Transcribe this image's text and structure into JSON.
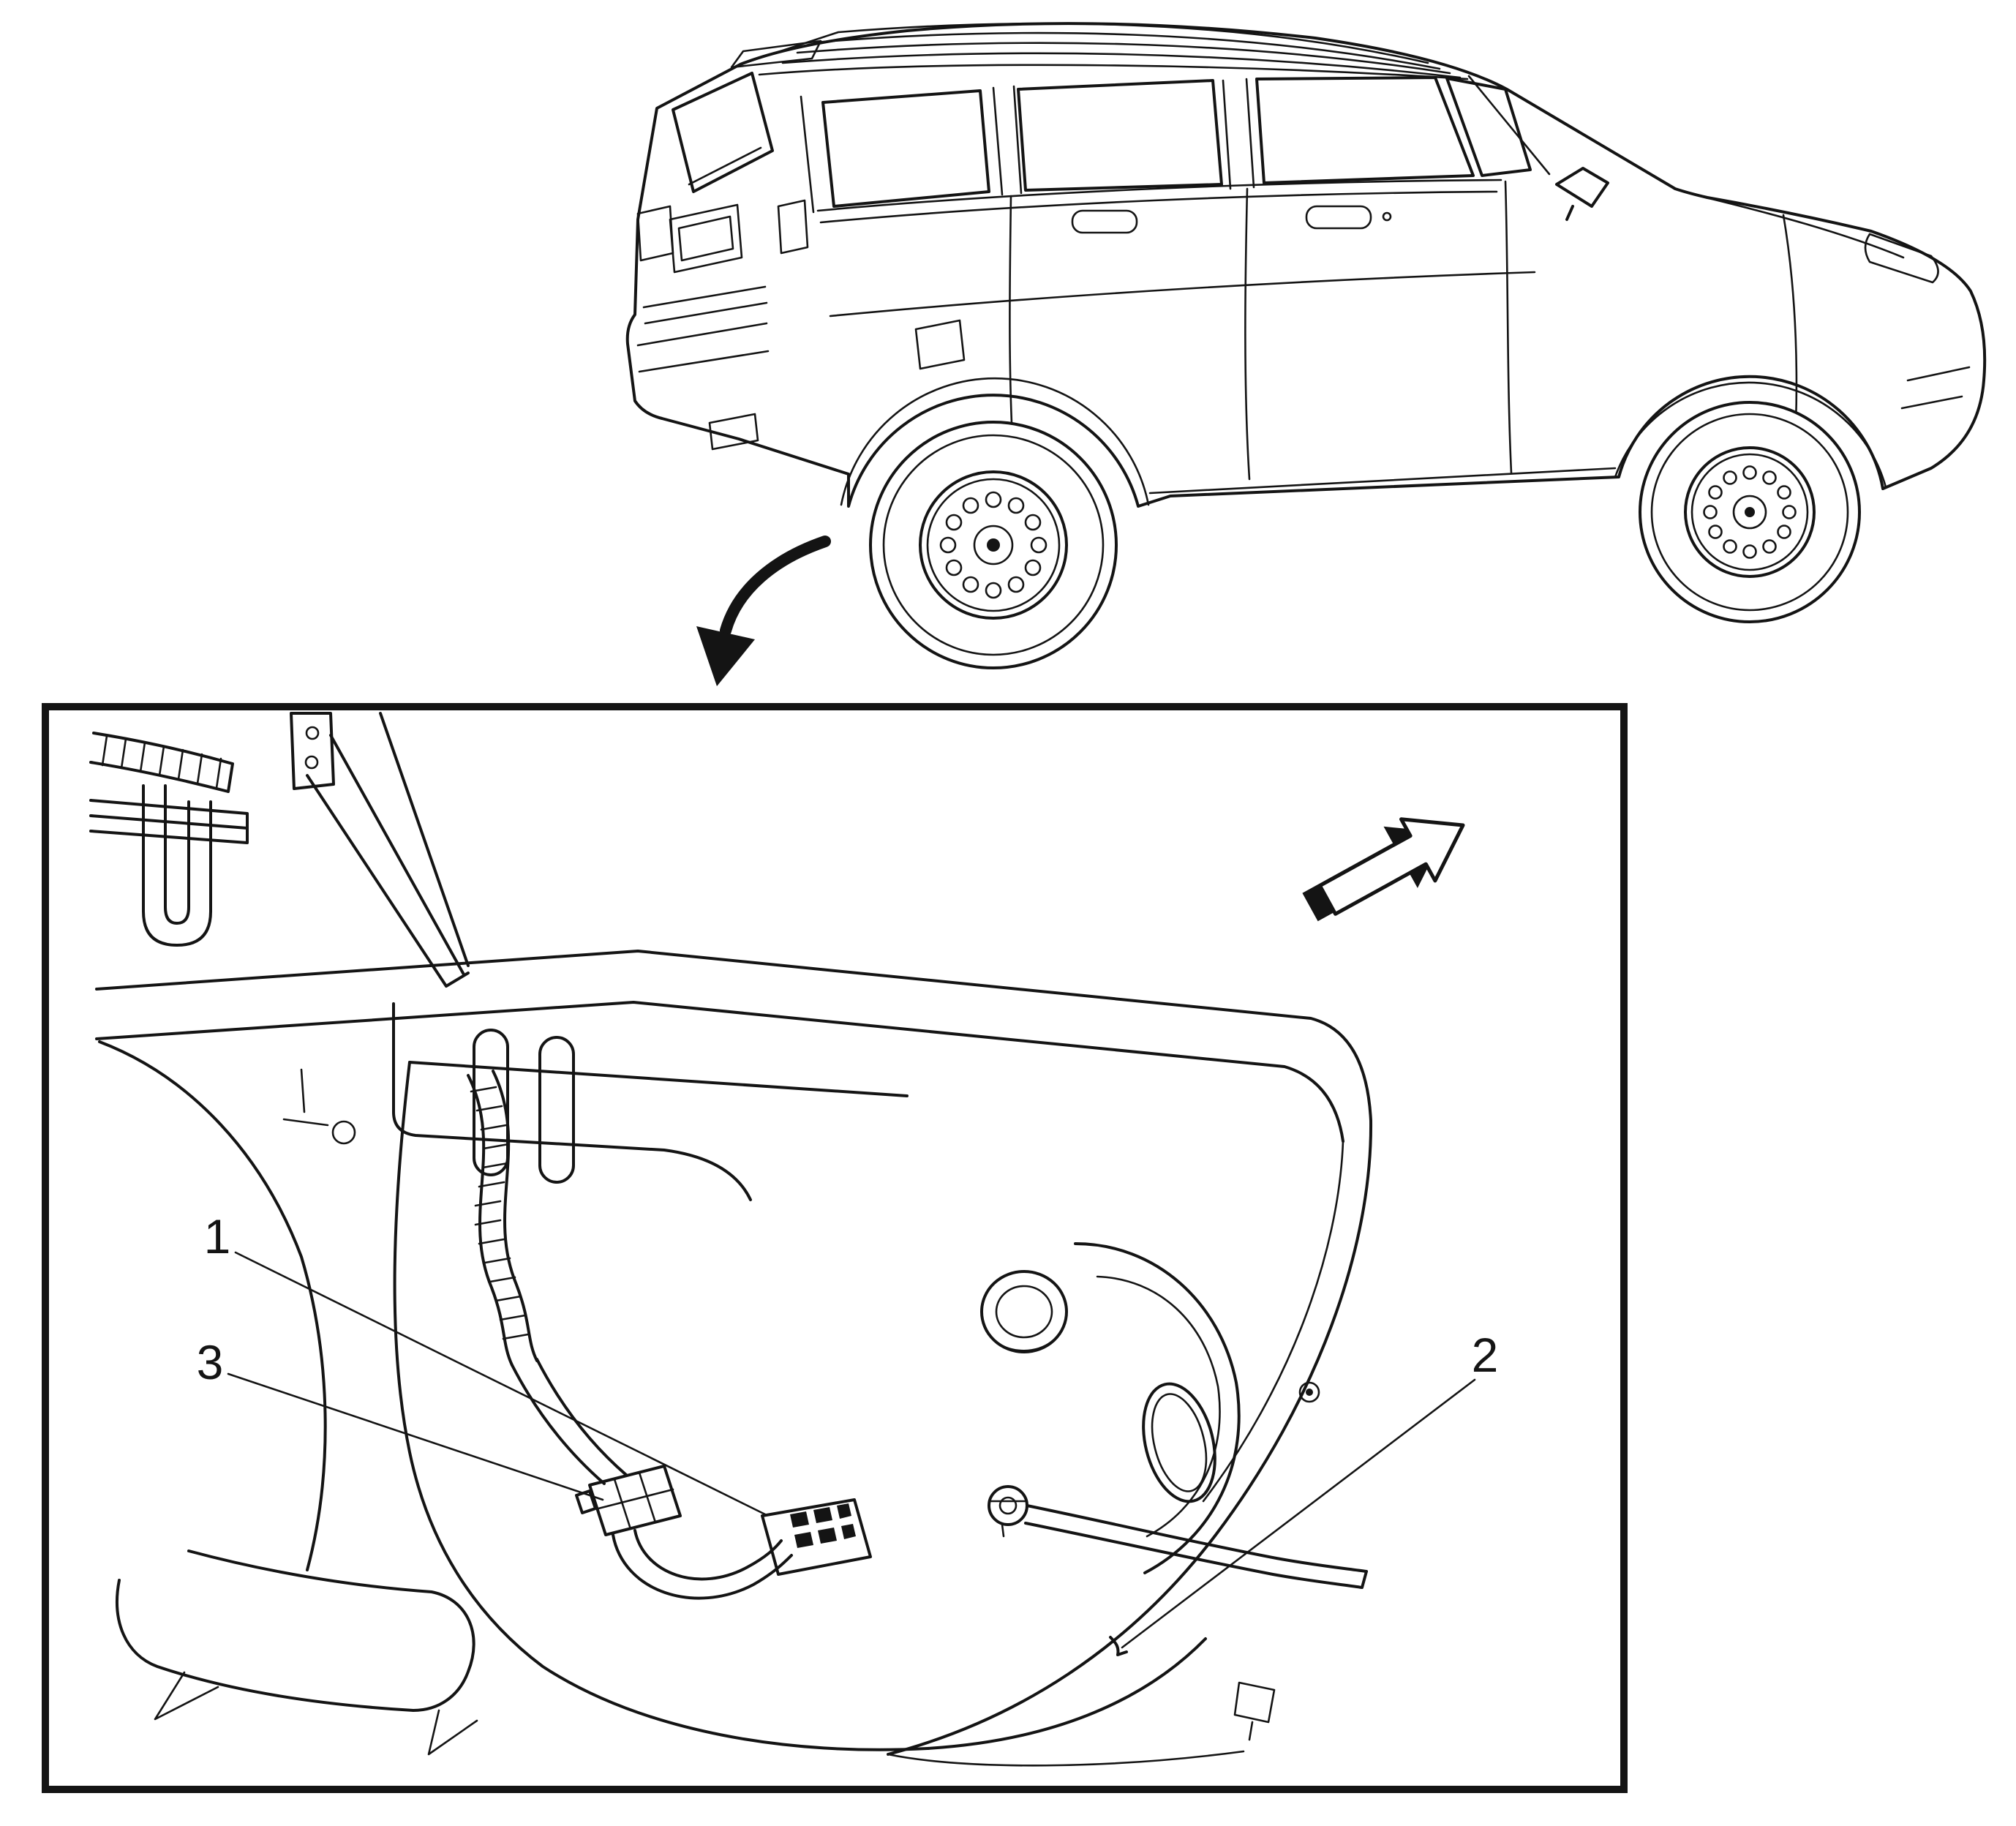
{
  "page": {
    "background_color": "#ffffff",
    "line_color": "#141414"
  },
  "figure": {
    "type": "line-art-service-illustration",
    "views": {
      "overview": "suv-rear-three-quarter",
      "detail": "rear-underbody-fuel-tank-area"
    },
    "callouts": [
      {
        "label": "1"
      },
      {
        "label": "2"
      },
      {
        "label": "3"
      }
    ],
    "icons": {
      "detail_pointer": "curved-arrow-down-left",
      "direction_indicator": "block-arrow-up-right"
    }
  }
}
